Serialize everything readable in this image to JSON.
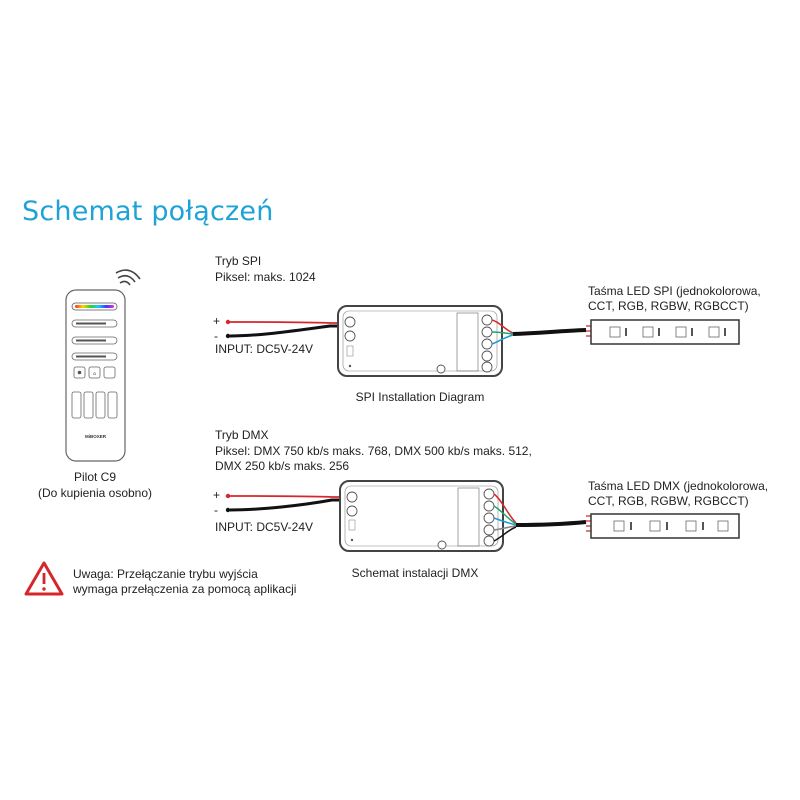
{
  "title": "Schemat połączeń",
  "remote": {
    "brand": "MiBOXER",
    "caption_line1": "Pilot C9",
    "caption_line2": "(Do kupienia osobno)"
  },
  "spi": {
    "mode_title": "Tryb SPI",
    "pixel_info": "Piksel: maks. 1024",
    "plus": "+",
    "minus": "-",
    "input_label": "INPUT: DC5V-24V",
    "diagram_caption": "SPI Installation Diagram",
    "strip_label_line1": "Taśma LED SPI (jednokolorowa,",
    "strip_label_line2": "CCT, RGB, RGBW, RGBCCT)"
  },
  "dmx": {
    "mode_title": "Tryb DMX",
    "pixel_info_line1": "Piksel: DMX 750 kb/s maks. 768, DMX 500 kb/s maks. 512,",
    "pixel_info_line2": "DMX 250 kb/s maks. 256",
    "plus": "+",
    "minus": "-",
    "input_label": "INPUT: DC5V-24V",
    "diagram_caption": "Schemat instalacji DMX",
    "strip_label_line1": "Taśma LED DMX (jednokolorowa,",
    "strip_label_line2": "CCT, RGB, RGBW, RGBCCT)"
  },
  "warning": {
    "line1": "Uwaga: Przełączanie trybu wyjścia",
    "line2": "wymaga przełączenia za pomocą aplikacji"
  },
  "colors": {
    "title": "#1fa3d6",
    "warning": "#d7262b",
    "wire_red": "#d7262b",
    "wire_black": "#111111"
  }
}
